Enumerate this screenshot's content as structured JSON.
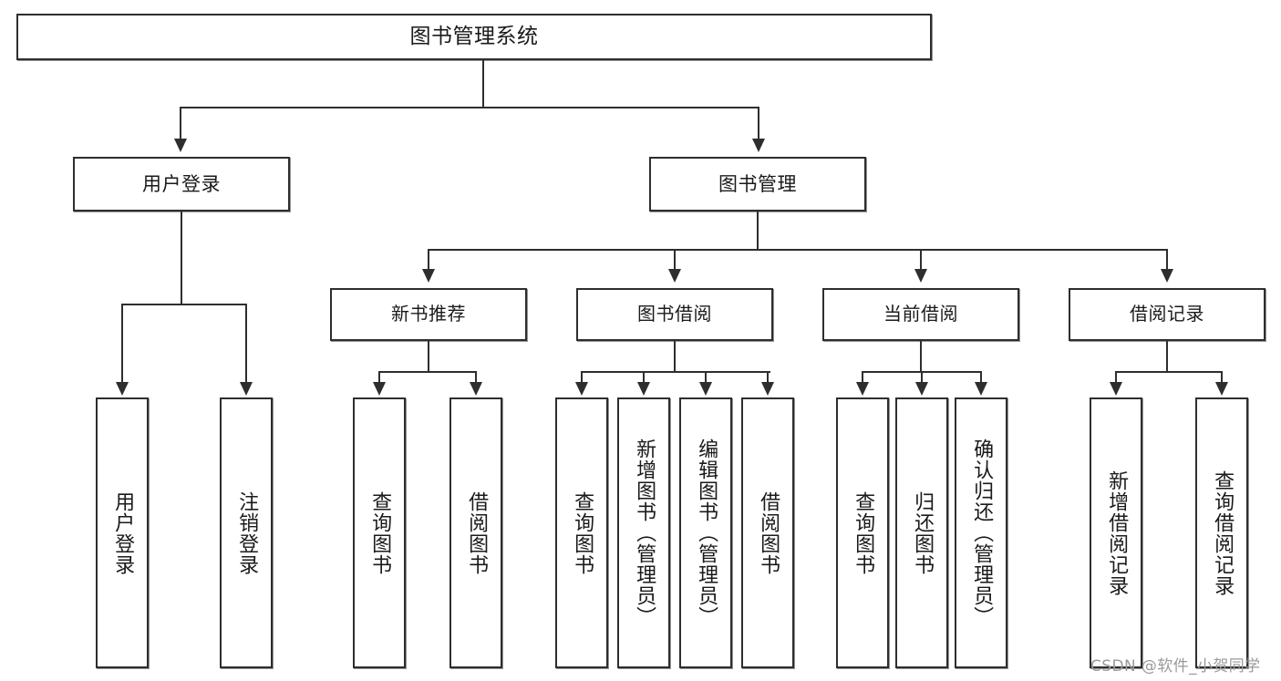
{
  "diagram": {
    "title": "图书管理系统",
    "type": "hierarchy-tree",
    "root": {
      "label": "图书管理系统"
    },
    "tier1": [
      {
        "id": "user-login",
        "label": "用户登录"
      },
      {
        "id": "book-management",
        "label": "图书管理"
      }
    ],
    "tier2": [
      {
        "id": "new-book-recommend",
        "label": "新书推荐",
        "parent": "book-management"
      },
      {
        "id": "book-borrow",
        "label": "图书借阅",
        "parent": "book-management"
      },
      {
        "id": "current-borrow",
        "label": "当前借阅",
        "parent": "book-management"
      },
      {
        "id": "borrow-record",
        "label": "借阅记录",
        "parent": "book-management"
      }
    ],
    "leaves": {
      "user-login": [
        {
          "id": "leaf-user-login",
          "label": "用户登录"
        },
        {
          "id": "leaf-user-logout",
          "label": "注销登录"
        }
      ],
      "new-book-recommend": [
        {
          "id": "leaf-query-book-1",
          "label": "查询图书"
        },
        {
          "id": "leaf-borrow-book-1",
          "label": "借阅图书"
        }
      ],
      "book-borrow": [
        {
          "id": "leaf-query-book-2",
          "label": "查询图书"
        },
        {
          "id": "leaf-add-book",
          "label": "新增图书（管理员）"
        },
        {
          "id": "leaf-edit-book",
          "label": "编辑图书（管理员）"
        },
        {
          "id": "leaf-borrow-book-2",
          "label": "借阅图书"
        }
      ],
      "current-borrow": [
        {
          "id": "leaf-query-book-3",
          "label": "查询图书"
        },
        {
          "id": "leaf-return-book",
          "label": "归还图书"
        },
        {
          "id": "leaf-confirm-return",
          "label": "确认归还（管理员）"
        }
      ],
      "borrow-record": [
        {
          "id": "leaf-add-record",
          "label": "新增借阅记录"
        },
        {
          "id": "leaf-query-record",
          "label": "查询借阅记录"
        }
      ]
    }
  },
  "watermark": {
    "text": "CSDN @软件_小贺同学"
  },
  "colors": {
    "stroke": "#2e2e2e",
    "background": "#ffffff",
    "text": "#1a1a1a",
    "watermark": "#9a9a9a"
  }
}
